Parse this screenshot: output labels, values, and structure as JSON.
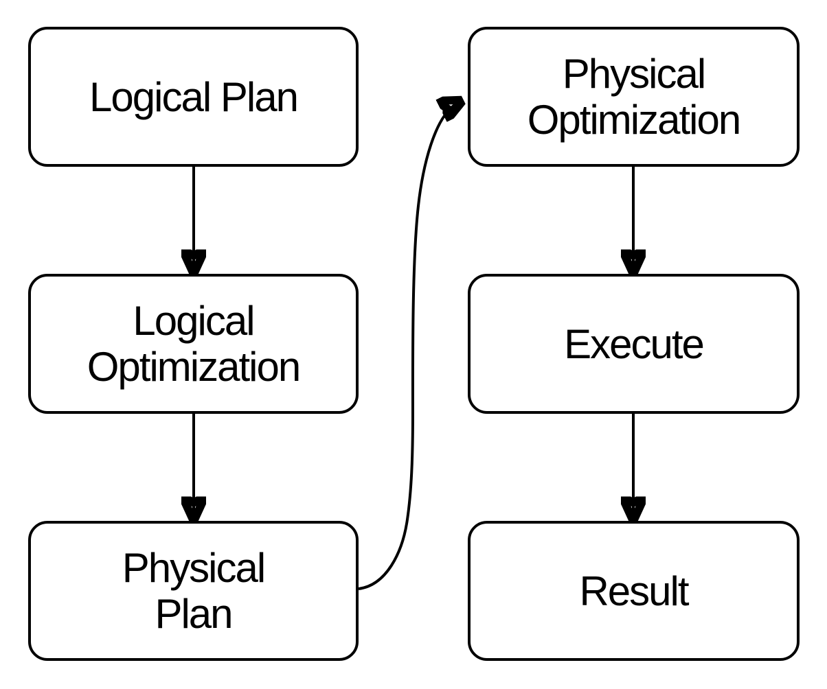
{
  "diagram": {
    "background_color": "#ffffff",
    "stroke_color": "#000000",
    "text_color": "#000000",
    "nodes": [
      {
        "id": "logical-plan",
        "lines": [
          "Logical Plan"
        ]
      },
      {
        "id": "logical-optimization",
        "lines": [
          "Logical",
          "Optimization"
        ]
      },
      {
        "id": "physical-plan",
        "lines": [
          "Physical",
          "Plan"
        ]
      },
      {
        "id": "physical-optimization",
        "lines": [
          "Physical",
          "Optimization"
        ]
      },
      {
        "id": "execute",
        "lines": [
          "Execute"
        ]
      },
      {
        "id": "result",
        "lines": [
          "Result"
        ]
      }
    ],
    "edges": [
      {
        "from": "logical-plan",
        "to": "logical-optimization",
        "style": "straight-down"
      },
      {
        "from": "logical-optimization",
        "to": "physical-plan",
        "style": "straight-down"
      },
      {
        "from": "physical-plan",
        "to": "physical-optimization",
        "style": "curved-up-right"
      },
      {
        "from": "physical-optimization",
        "to": "execute",
        "style": "straight-down"
      },
      {
        "from": "execute",
        "to": "result",
        "style": "straight-down"
      }
    ]
  }
}
